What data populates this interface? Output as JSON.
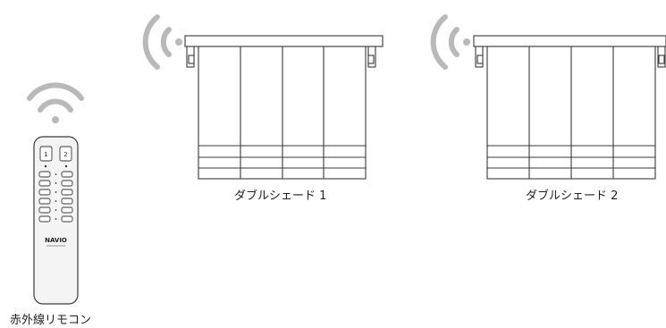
{
  "labels": {
    "remote": "赤外線リモコン",
    "shade1": "ダブルシェード 1",
    "shade2": "ダブルシェード 2"
  },
  "remote_panel": {
    "ch1": "1",
    "ch2": "2",
    "brand": "NAVIO"
  },
  "icons": {
    "remote_signal": "wifi-signal-icon",
    "shade_signal": "wireless-signal-icon"
  },
  "colors": {
    "line": "#3a3a3a",
    "signal": "#b9b9b9",
    "remote_body": "#f4f4f4"
  }
}
